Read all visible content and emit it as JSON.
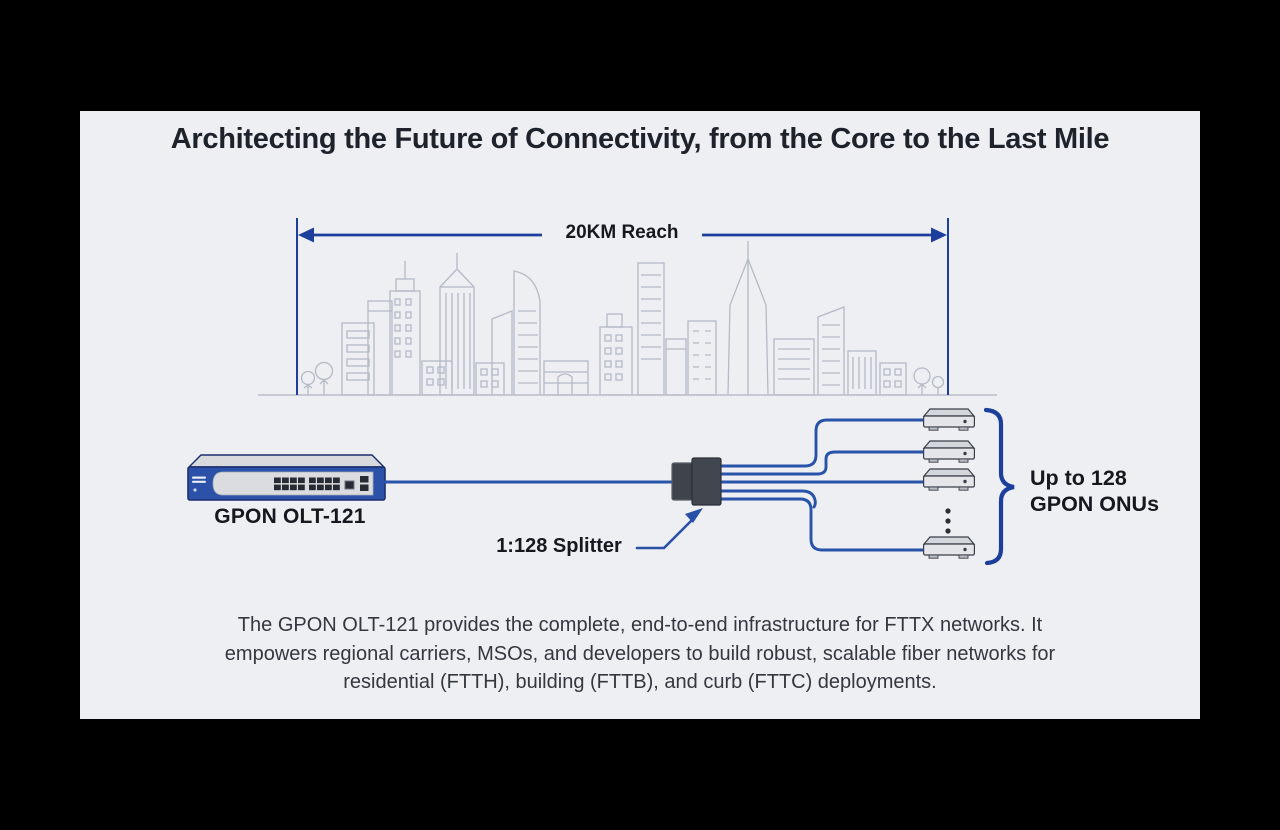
{
  "title": "Architecting the Future of Connectivity, from the Core to the Last Mile",
  "reach": {
    "label": "20KM Reach"
  },
  "olt": {
    "label": "GPON OLT-121"
  },
  "splitter": {
    "label": "1:128 Splitter"
  },
  "onu": {
    "label_line1": "Up to 128",
    "label_line2": "GPON ONUs"
  },
  "description": {
    "lines": [
      "The GPON OLT-121 provides the complete, end-to-end infrastructure for FTTX networks. It",
      "empowers regional carriers, MSOs, and developers to build robust, scalable fiber networks for",
      "residential (FTTH), building (FTTB), and curb (FTTC) deployments."
    ]
  },
  "colors": {
    "accent_blue": "#1d3f9c",
    "fiber_line_blue": "#2853a8",
    "olt_body_blue": "#2b51a8",
    "splitter_gray": "#42464f",
    "skyline_gray": "#b4bac6",
    "card_background": "#edeff2"
  }
}
